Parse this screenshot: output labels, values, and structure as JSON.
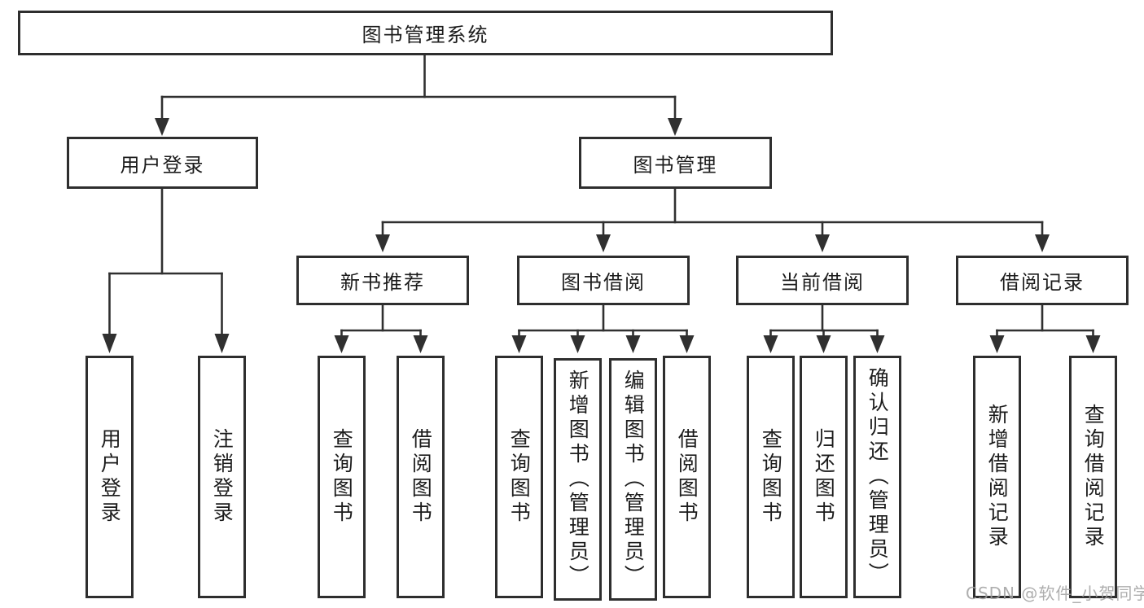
{
  "diagram": {
    "type": "hierarchy",
    "watermark": "CSDN @软件_小贺同学",
    "colors": {
      "line": "#303030",
      "border": "#2e2e2e",
      "text": "#1c1c1c",
      "background": "#ffffff",
      "watermark": "#a0a0a0"
    },
    "tree": {
      "label": "图书管理系统",
      "children": [
        {
          "label": "用户登录",
          "children": [
            {
              "label": "用户登录"
            },
            {
              "label": "注销登录"
            }
          ]
        },
        {
          "label": "图书管理",
          "children": [
            {
              "label": "新书推荐",
              "children": [
                {
                  "label": "查询图书"
                },
                {
                  "label": "借阅图书"
                }
              ]
            },
            {
              "label": "图书借阅",
              "children": [
                {
                  "label": "查询图书"
                },
                {
                  "label": "新增图书（管理员）"
                },
                {
                  "label": "编辑图书（管理员）"
                },
                {
                  "label": "借阅图书"
                }
              ]
            },
            {
              "label": "当前借阅",
              "children": [
                {
                  "label": "查询图书"
                },
                {
                  "label": "归还图书"
                },
                {
                  "label": "确认归还（管理员）"
                }
              ]
            },
            {
              "label": "借阅记录",
              "children": [
                {
                  "label": "新增借阅记录"
                },
                {
                  "label": "查询借阅记录"
                }
              ]
            }
          ]
        }
      ]
    }
  }
}
